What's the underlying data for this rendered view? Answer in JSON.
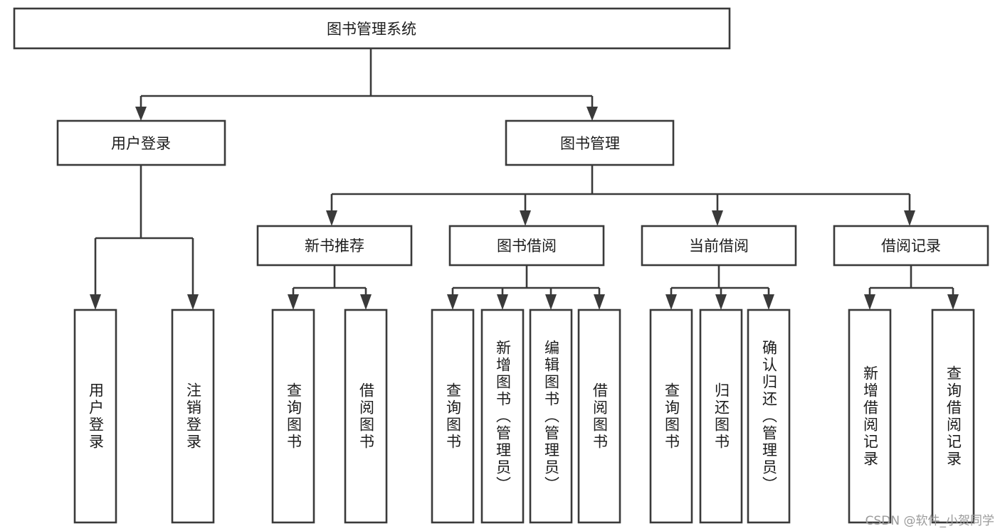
{
  "diagram": {
    "title": "图书管理系统",
    "type": "hierarchy-tree",
    "colors": {
      "box_stroke": "#3a3a3a",
      "box_fill": "#ffffff",
      "text": "#1c1c1c",
      "background": "#ffffff",
      "watermark": "#9b9b9b"
    },
    "levels": {
      "level1": [
        {
          "id": "root",
          "label": "图书管理系统",
          "orientation": "horizontal"
        }
      ],
      "level2": [
        {
          "id": "user-login",
          "label": "用户登录",
          "orientation": "horizontal"
        },
        {
          "id": "book-manage",
          "label": "图书管理",
          "orientation": "horizontal"
        }
      ],
      "level3": [
        {
          "id": "new-book-rec",
          "label": "新书推荐",
          "orientation": "horizontal"
        },
        {
          "id": "book-borrow",
          "label": "图书借阅",
          "orientation": "horizontal"
        },
        {
          "id": "current-borrow",
          "label": "当前借阅",
          "orientation": "horizontal"
        },
        {
          "id": "borrow-record",
          "label": "借阅记录",
          "orientation": "horizontal"
        }
      ],
      "level4": [
        {
          "id": "leaf-user-login",
          "label": "用户登录",
          "parent": "user-login",
          "orientation": "vertical"
        },
        {
          "id": "leaf-logout",
          "label": "注销登录",
          "parent": "user-login",
          "orientation": "vertical"
        },
        {
          "id": "leaf-query-book-1",
          "label": "查询图书",
          "parent": "new-book-rec",
          "orientation": "vertical"
        },
        {
          "id": "leaf-borrow-book-1",
          "label": "借阅图书",
          "parent": "new-book-rec",
          "orientation": "vertical"
        },
        {
          "id": "leaf-query-book-2",
          "label": "查询图书",
          "parent": "book-borrow",
          "orientation": "vertical"
        },
        {
          "id": "leaf-add-book",
          "label": "新增图书（管理员）",
          "parent": "book-borrow",
          "orientation": "vertical"
        },
        {
          "id": "leaf-edit-book",
          "label": "编辑图书（管理员）",
          "parent": "book-borrow",
          "orientation": "vertical"
        },
        {
          "id": "leaf-borrow-book-2",
          "label": "借阅图书",
          "parent": "book-borrow",
          "orientation": "vertical"
        },
        {
          "id": "leaf-query-book-3",
          "label": "查询图书",
          "parent": "current-borrow",
          "orientation": "vertical"
        },
        {
          "id": "leaf-return-book",
          "label": "归还图书",
          "parent": "current-borrow",
          "orientation": "vertical"
        },
        {
          "id": "leaf-confirm-return",
          "label": "确认归还（管理员）",
          "parent": "current-borrow",
          "orientation": "vertical"
        },
        {
          "id": "leaf-add-record",
          "label": "新增借阅记录",
          "parent": "borrow-record",
          "orientation": "vertical"
        },
        {
          "id": "leaf-query-record",
          "label": "查询借阅记录",
          "parent": "borrow-record",
          "orientation": "vertical"
        }
      ]
    }
  },
  "watermark": {
    "text": "CSDN @软件_小贺同学"
  }
}
